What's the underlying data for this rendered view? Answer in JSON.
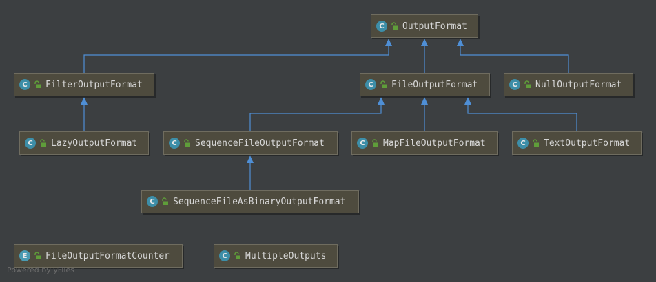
{
  "diagram": {
    "nodes": [
      {
        "id": "OutputFormat",
        "label": "OutputFormat",
        "kind": "C"
      },
      {
        "id": "FilterOutputFormat",
        "label": "FilterOutputFormat",
        "kind": "C"
      },
      {
        "id": "FileOutputFormat",
        "label": "FileOutputFormat",
        "kind": "C"
      },
      {
        "id": "NullOutputFormat",
        "label": "NullOutputFormat",
        "kind": "C"
      },
      {
        "id": "LazyOutputFormat",
        "label": "LazyOutputFormat",
        "kind": "C"
      },
      {
        "id": "SequenceFileOutputFormat",
        "label": "SequenceFileOutputFormat",
        "kind": "C"
      },
      {
        "id": "MapFileOutputFormat",
        "label": "MapFileOutputFormat",
        "kind": "C"
      },
      {
        "id": "TextOutputFormat",
        "label": "TextOutputFormat",
        "kind": "C"
      },
      {
        "id": "SequenceFileAsBinaryOutputFormat",
        "label": "SequenceFileAsBinaryOutputFormat",
        "kind": "C"
      },
      {
        "id": "FileOutputFormatCounter",
        "label": "FileOutputFormatCounter",
        "kind": "E"
      },
      {
        "id": "MultipleOutputs",
        "label": "MultipleOutputs",
        "kind": "C"
      }
    ],
    "edges": [
      {
        "from": "FilterOutputFormat",
        "to": "OutputFormat"
      },
      {
        "from": "FileOutputFormat",
        "to": "OutputFormat"
      },
      {
        "from": "NullOutputFormat",
        "to": "OutputFormat"
      },
      {
        "from": "LazyOutputFormat",
        "to": "FilterOutputFormat"
      },
      {
        "from": "SequenceFileOutputFormat",
        "to": "FileOutputFormat"
      },
      {
        "from": "MapFileOutputFormat",
        "to": "FileOutputFormat"
      },
      {
        "from": "TextOutputFormat",
        "to": "FileOutputFormat"
      },
      {
        "from": "SequenceFileAsBinaryOutputFormat",
        "to": "SequenceFileOutputFormat"
      }
    ],
    "icons": {
      "class": "class-icon",
      "enum": "enum-icon",
      "visibility": "public-lock-icon"
    },
    "colors": {
      "edge": "#4f8fd6",
      "badge": "#3d8ea8",
      "lock": "#5f9d3a",
      "node_bg": "#4e4b3e"
    }
  },
  "watermark": "Powered by yFiles"
}
